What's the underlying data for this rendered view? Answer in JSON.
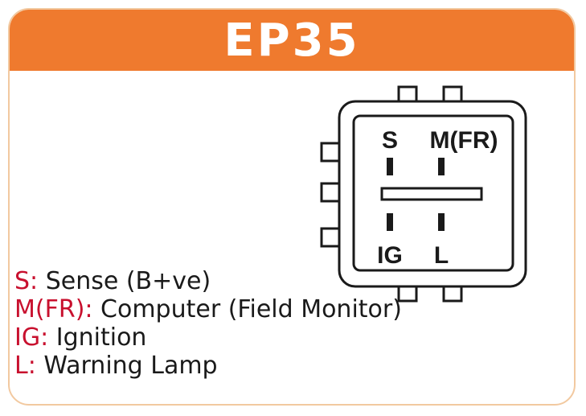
{
  "header": {
    "title": "EP35"
  },
  "connector": {
    "pins": [
      {
        "id": "S",
        "label": "S"
      },
      {
        "id": "M(FR)",
        "label": "M(FR)"
      },
      {
        "id": "IG",
        "label": "IG"
      },
      {
        "id": "L",
        "label": "L"
      }
    ]
  },
  "legend": [
    {
      "code": "S:",
      "text": " Sense (B+ve)"
    },
    {
      "code": "M(FR):",
      "text": " Computer (Field Monitor)"
    },
    {
      "code": "IG:",
      "text": " Ignition"
    },
    {
      "code": "L:",
      "text": " Warning Lamp"
    }
  ],
  "colors": {
    "accent": "#ef7a2e",
    "code": "#c8102e",
    "border": "#f2c9a0",
    "ink": "#1a1a1a"
  }
}
